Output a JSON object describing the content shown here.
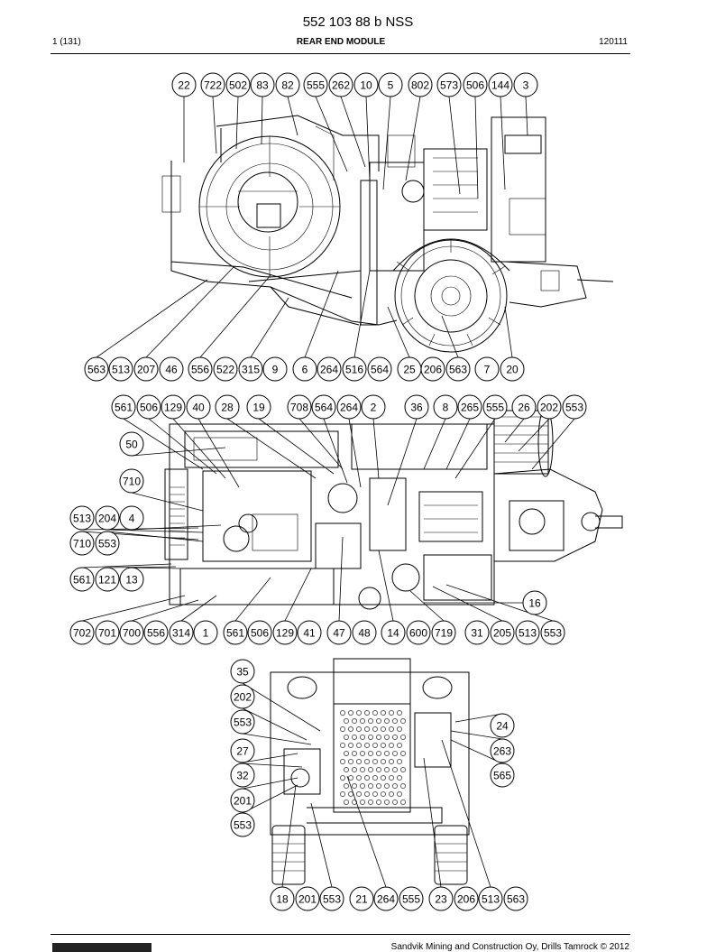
{
  "header": {
    "title": "552 103 88 b NSS",
    "page": "1 (131)",
    "section": "REAR END MODULE",
    "date_code": "120111"
  },
  "views": [
    {
      "name": "side-view",
      "callouts_top": [
        "22",
        "722",
        "502",
        "83",
        "82",
        "555",
        "262",
        "10",
        "5",
        "802",
        "573",
        "506",
        "144",
        "3"
      ],
      "callouts_bottom": [
        "563",
        "513",
        "207",
        "46",
        "556",
        "522",
        "315",
        "9",
        "6",
        "264",
        "516",
        "564",
        "25",
        "206",
        "563",
        "7",
        "20"
      ]
    },
    {
      "name": "top-view",
      "callouts_top": [
        "561",
        "506",
        "129",
        "40",
        "28",
        "19",
        "708",
        "564",
        "264",
        "2",
        "36",
        "8",
        "265",
        "555",
        "26",
        "202",
        "553"
      ],
      "callouts_left": [
        "50",
        "710",
        "513",
        "204",
        "4",
        "710",
        "553",
        "561",
        "121",
        "13"
      ],
      "callouts_right": [
        "16"
      ],
      "callouts_bottom": [
        "702",
        "701",
        "700",
        "556",
        "314",
        "1",
        "561",
        "506",
        "129",
        "41",
        "47",
        "48",
        "14",
        "600",
        "719",
        "31",
        "205",
        "513",
        "553"
      ]
    },
    {
      "name": "rear-view",
      "callouts_left": [
        "35",
        "202",
        "553",
        "27",
        "32",
        "201",
        "553"
      ],
      "callouts_right": [
        "24",
        "263",
        "565"
      ],
      "callouts_bottom": [
        "18",
        "201",
        "553",
        "21",
        "264",
        "555",
        "23",
        "206",
        "513",
        "563"
      ]
    }
  ],
  "footer": {
    "text": "Sandvik Mining and Construction Oy, Drills Tamrock © 2012"
  }
}
